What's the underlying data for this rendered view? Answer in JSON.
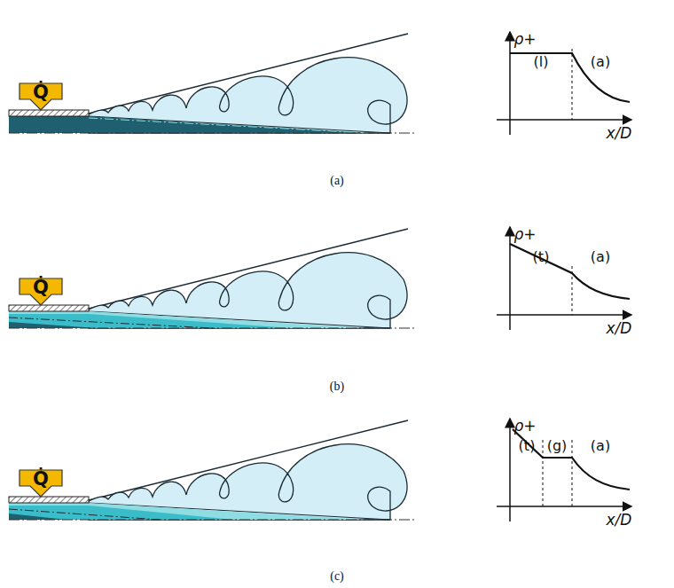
{
  "diagram": {
    "labels": [
      "Q̇",
      "ρ+",
      "(l)",
      "(a)",
      "x/D",
      "(a)",
      "Q̇",
      "ρ+",
      "(t)",
      "(a)",
      "x/D",
      "(b)",
      "Q̇",
      "ρ+",
      "(t)",
      "(g)",
      "(a)",
      "x/D",
      "(c)"
    ]
  }
}
